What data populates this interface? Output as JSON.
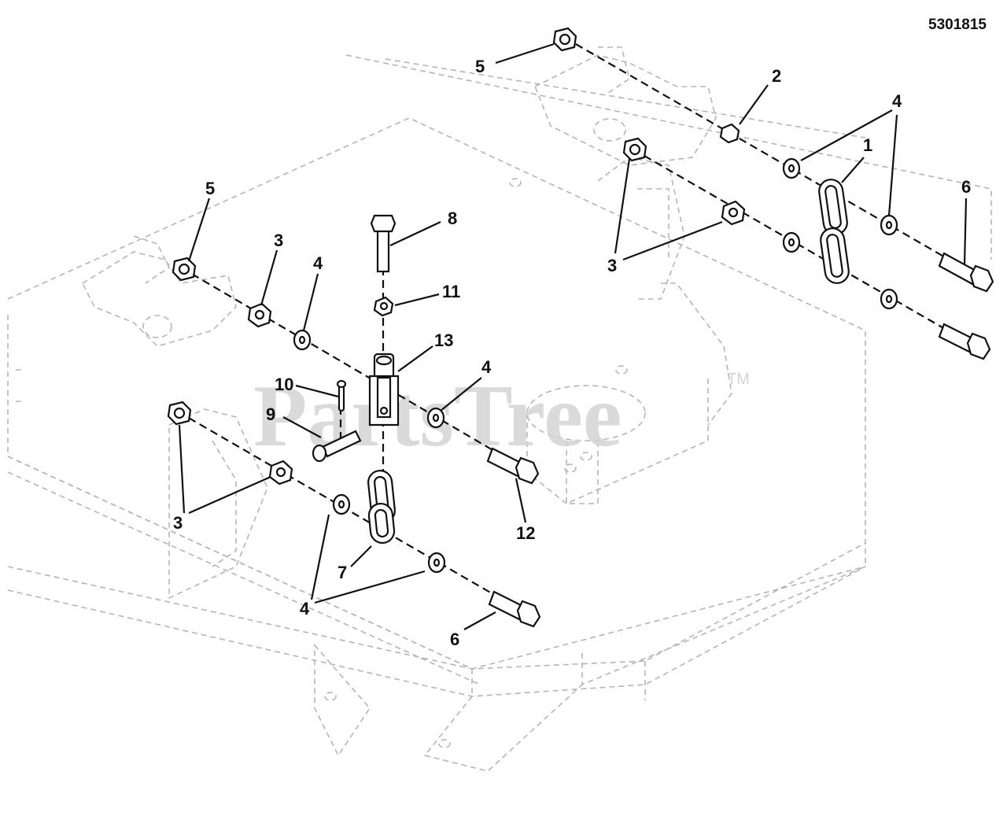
{
  "document_number": "5301815",
  "watermark": {
    "text": "PartsTree",
    "trademark": "TM"
  },
  "callouts": {
    "c1": "1",
    "c2": "2",
    "c3a": "3",
    "c3b": "3",
    "c3c": "3",
    "c4a": "4",
    "c4b": "4",
    "c4c": "4",
    "c4d": "4",
    "c5a": "5",
    "c5b": "5",
    "c6a": "6",
    "c6b": "6",
    "c7": "7",
    "c8": "8",
    "c9": "9",
    "c10": "10",
    "c11": "11",
    "c12": "12",
    "c13": "13"
  }
}
